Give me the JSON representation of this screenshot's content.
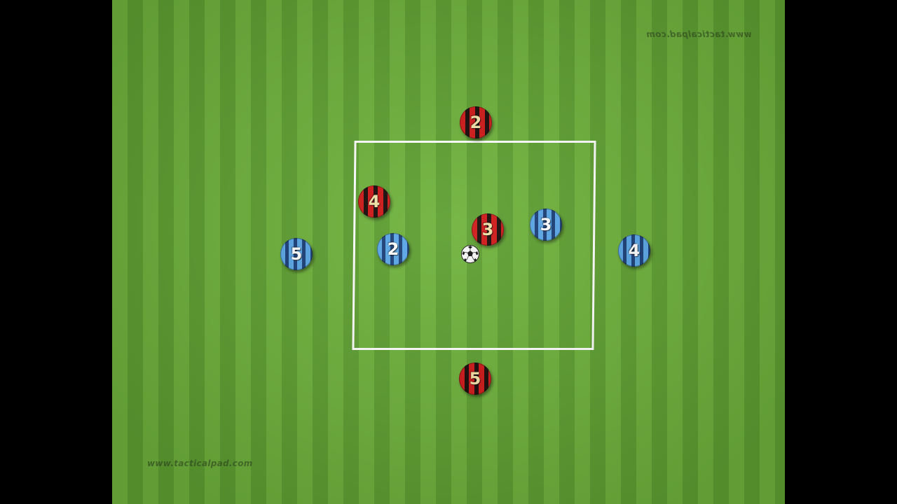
{
  "watermarks": {
    "top": "www.tacticalpad.com",
    "bottom": "www.tacticalpad.com"
  },
  "colors": {
    "pitch_light": "#6fb23c",
    "pitch_dark": "#5e9f31",
    "red_team": "#d01818",
    "blue_team": "#5aa7e8",
    "lines": "#ffffff"
  },
  "players": {
    "red_top": "2",
    "red_left": "4",
    "red_center": "3",
    "red_bottom": "5",
    "blue_left_inside": "2",
    "blue_right_inside": "3",
    "blue_far_left": "5",
    "blue_far_right": "4"
  },
  "icons": {
    "ball": "soccer-ball-icon"
  }
}
